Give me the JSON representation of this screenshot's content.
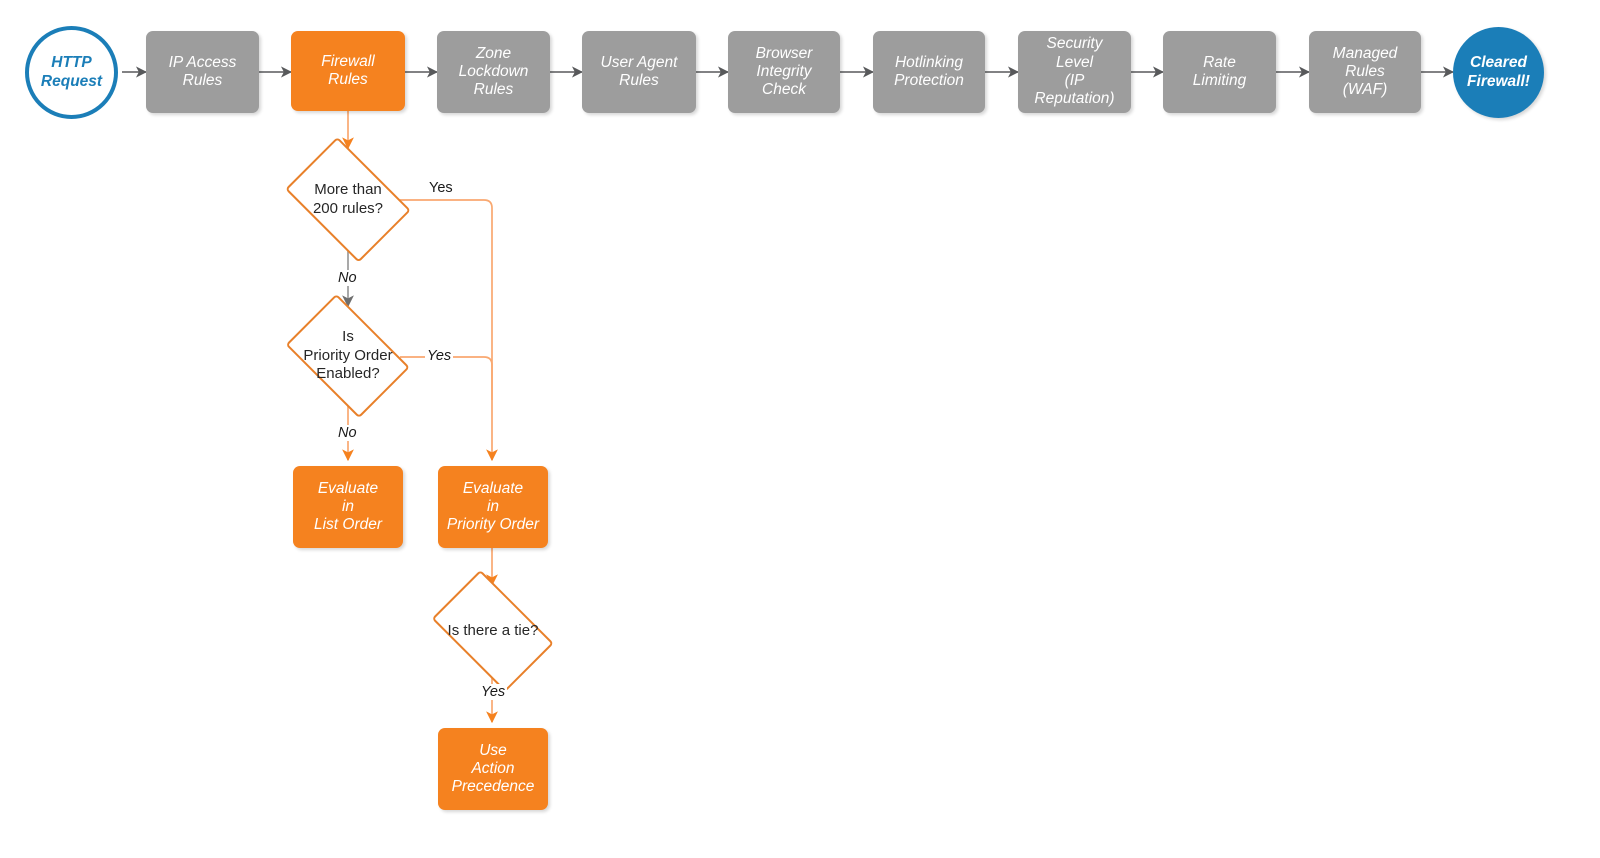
{
  "diagram": {
    "title": "Cloudflare Firewall Rules Evaluation Flowchart",
    "colors": {
      "gray_node": "#9d9d9d",
      "orange_node": "#f5821f",
      "blue_node": "#1b7eb8",
      "orange_line": "#f9a870",
      "orange_stroke": "#e8802a",
      "gray_line": "#6e6e6e",
      "background": "#ffffff",
      "label_text": "#1a1a1a"
    },
    "pipeline": [
      {
        "id": "http-request",
        "label": "HTTP\nRequest",
        "shape": "circle",
        "style": "blue-outline"
      },
      {
        "id": "ip-access-rules",
        "label": "IP Access\nRules",
        "shape": "box",
        "style": "gray"
      },
      {
        "id": "firewall-rules",
        "label": "Firewall\nRules",
        "shape": "box",
        "style": "orange"
      },
      {
        "id": "zone-lockdown-rules",
        "label": "Zone\nLockdown\nRules",
        "shape": "box",
        "style": "gray"
      },
      {
        "id": "user-agent-rules",
        "label": "User Agent\nRules",
        "shape": "box",
        "style": "gray"
      },
      {
        "id": "browser-integrity",
        "label": "Browser\nIntegrity\nCheck",
        "shape": "box",
        "style": "gray"
      },
      {
        "id": "hotlinking",
        "label": "Hotlinking\nProtection",
        "shape": "box",
        "style": "gray"
      },
      {
        "id": "security-level",
        "label": "Security\nLevel\n(IP Reputation)",
        "shape": "box",
        "style": "gray"
      },
      {
        "id": "rate-limiting",
        "label": "Rate\nLimiting",
        "shape": "box",
        "style": "gray"
      },
      {
        "id": "managed-rules",
        "label": "Managed\nRules\n(WAF)",
        "shape": "box",
        "style": "gray"
      },
      {
        "id": "cleared-firewall",
        "label": "Cleared\nFirewall!",
        "shape": "circle",
        "style": "blue-filled"
      }
    ],
    "branch": {
      "decisions": [
        {
          "id": "more-than-200-rules",
          "label": "More than\n200 rules?"
        },
        {
          "id": "priority-order-enabled",
          "label": "Is\nPriority Order\nEnabled?"
        },
        {
          "id": "is-there-a-tie",
          "label": "Is there a tie?"
        }
      ],
      "outcomes": [
        {
          "id": "evaluate-list-order",
          "label": "Evaluate\nin\nList Order"
        },
        {
          "id": "evaluate-priority-order",
          "label": "Evaluate\nin\nPriority Order"
        },
        {
          "id": "use-action-precedence",
          "label": "Use\nAction\nPrecedence"
        }
      ],
      "edge_labels": [
        {
          "id": "yes-more-than-200",
          "text": "Yes",
          "italic": false
        },
        {
          "id": "no-more-than-200",
          "text": "No",
          "italic": true
        },
        {
          "id": "yes-priority-order",
          "text": "Yes",
          "italic": true
        },
        {
          "id": "no-priority-order",
          "text": "No",
          "italic": true
        },
        {
          "id": "yes-is-there-a-tie",
          "text": "Yes",
          "italic": true
        }
      ]
    }
  }
}
